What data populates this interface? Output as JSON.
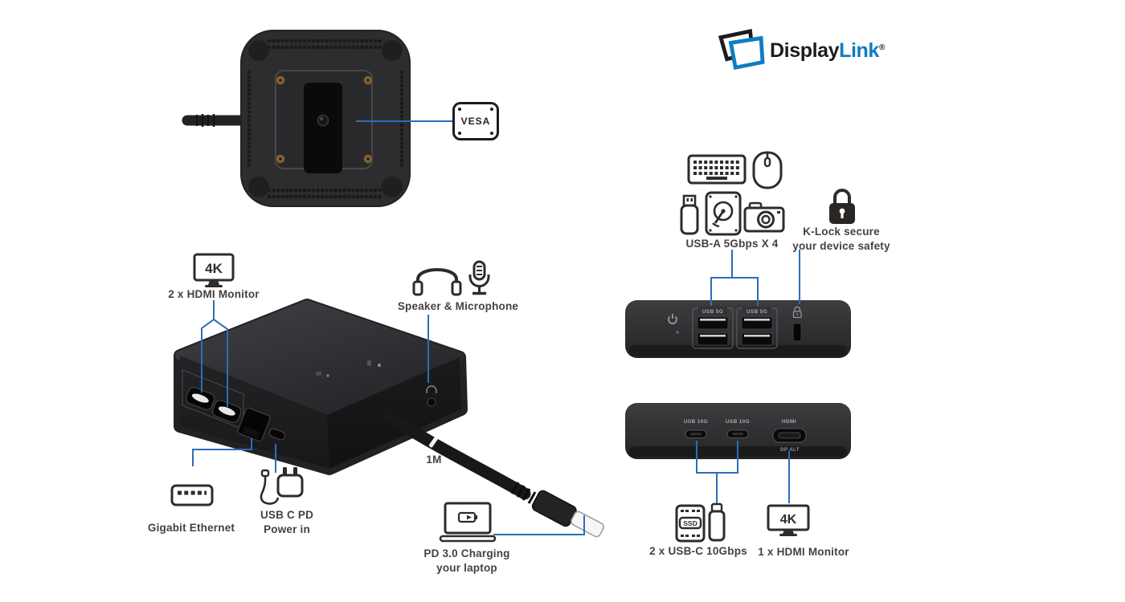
{
  "colors": {
    "annotation_blue": "#2e6db8",
    "logo_blue": "#0e7dc2",
    "text_dark": "#474140",
    "device_dark": "#2b2b2e"
  },
  "logo": {
    "part1": "Display",
    "part2": "Link",
    "registered": "®"
  },
  "top_view": {
    "vesa_label": "VESA"
  },
  "main_unit": {
    "hdmi_monitors": {
      "badge": "4K",
      "label": "2 x HDMI Monitor"
    },
    "speaker_mic": {
      "label": "Speaker & Microphone"
    },
    "ethernet": {
      "label": "Gigabit Ethernet"
    },
    "power_in": {
      "line1": "USB C PD",
      "line2": "Power in"
    },
    "cable_length": "1M",
    "pd_charging": {
      "line1": "PD 3.0 Charging",
      "line2": "your laptop"
    }
  },
  "usb_panel": {
    "usba_label": "USB-A 5Gbps X 4",
    "klock": {
      "line1": "K-Lock secure",
      "line2": "your device safety"
    },
    "port_group_labels": [
      "USB 5G",
      "USB 5G"
    ]
  },
  "video_panel": {
    "usbc_port_labels": [
      "USB 10G",
      "USB 10G"
    ],
    "hdmi_port_label": "HDMI",
    "dp_alt_label": "DP ALT",
    "usbc_label": "2 x USB-C 10Gbps",
    "ssd_text": "SSD",
    "hdmi_monitor": {
      "badge": "4K",
      "label": "1 x HDMI Monitor"
    }
  }
}
